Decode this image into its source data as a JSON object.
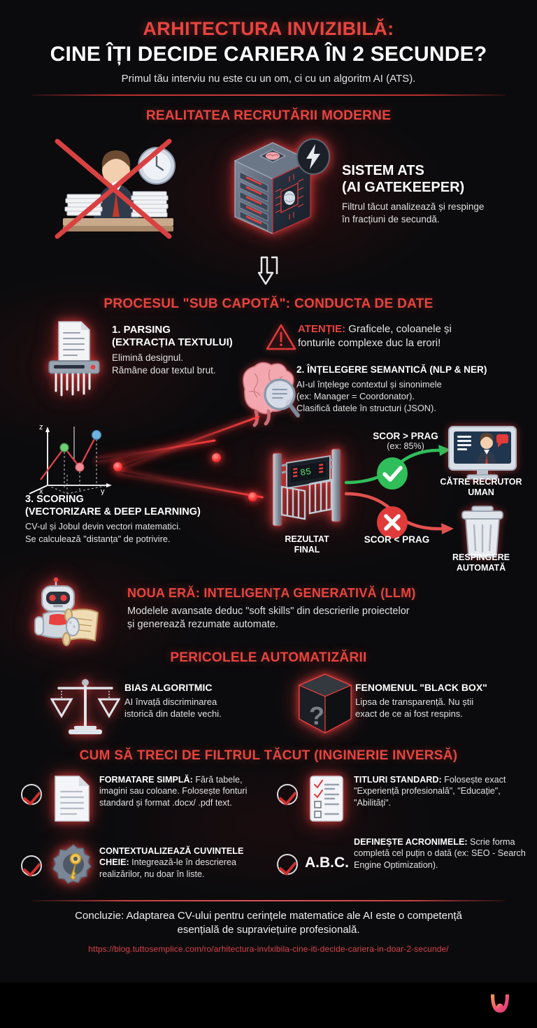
{
  "header": {
    "title_line1": "ARHITECTURA INVIZIBILĂ:",
    "title_line2": "CINE ÎȚI DECIDE CARIERA ÎN 2 SECUNDE?",
    "subtitle": "Primul tău interviu nu este cu un om, ci cu un algoritm AI (ATS)."
  },
  "section_reality": {
    "heading": "REALITATEA RECRUTĂRII MODERNE",
    "ats_title_line1": "SISTEM ATS",
    "ats_title_line2": "(AI GATEKEEPER)",
    "ats_desc_line1": "Filtrul tăcut analizează și respinge",
    "ats_desc_line2": "în fracțiuni de secundă."
  },
  "section_pipeline": {
    "heading": "PROCESUL \"SUB CAPOTĂ\": CONDUCTA DE DATE",
    "step1": {
      "title_line1": "1. PARSING",
      "title_line2": "(EXTRACȚIA TEXTULUI)",
      "desc_line1": "Elimină designul.",
      "desc_line2": "Rămâne doar textul brut."
    },
    "warning": {
      "label": "ATENȚIE:",
      "text_line1": "Graficele, coloanele și",
      "text_line2": "fonturile complexe duc la erori!"
    },
    "step2": {
      "title": "2. ÎNȚELEGERE SEMANTICĂ (NLP & NER)",
      "desc_line1": "AI-ul înțelege contextul și sinonimele",
      "desc_line2": "(ex: Manager = Coordonator).",
      "desc_line3": "Clasifică datele în structuri (JSON)."
    },
    "step3": {
      "title_line1": "3. SCORING",
      "title_line2": "(VECTORIZARE & DEEP LEARNING)",
      "desc_line1": "CV-ul și Jobul devin vectori matematici.",
      "desc_line2": "Se calculează \"distanța\" de potrivire."
    },
    "gate_caption_line1": "REZULTAT",
    "gate_caption_line2": "FINAL",
    "branch_pass_label": "SCOR > PRAG",
    "branch_pass_sub": "(ex: 85%)",
    "branch_fail_label": "SCOR < PRAG",
    "outcome_pass_line1": "CĂTRE RECRUTOR",
    "outcome_pass_line2": "UMAN",
    "outcome_fail_line1": "RESPINGERE",
    "outcome_fail_line2": "AUTOMATĂ"
  },
  "section_llm": {
    "heading": "NOUA ERĂ: INTELIGENȚA GENERATIVĂ (LLM)",
    "desc_line1": "Modelele avansate deduc \"soft skills\" din descrierile proiectelor",
    "desc_line2": "și generează rezumate automate."
  },
  "section_dangers": {
    "heading": "PERICOLELE AUTOMATIZĂRII",
    "items": [
      {
        "title": "BIAS ALGORITMIC",
        "desc_line1": "AI învață discriminarea",
        "desc_line2": "istorică din datele vechi."
      },
      {
        "title": "FENOMENUL \"BLACK BOX\"",
        "desc_line1": "Lipsa de transparență. Nu știi",
        "desc_line2": "exact de ce ai fost respins."
      }
    ]
  },
  "section_tips": {
    "heading": "CUM SĂ TRECI DE FILTRUL TĂCUT (INGINERIE INVERSĂ)",
    "items": [
      {
        "lead": "FORMATARE SIMPLĂ:",
        "body": " Fără tabele, imagini sau coloane. Folosește fonturi standard și format .docx/ .pdf text.",
        "icon": "document-icon"
      },
      {
        "lead": "TITLURI STANDARD:",
        "body": " Folosește exact \"Experiență profesională\", \"Educație\", \"Abilități\".",
        "icon": "checklist-icon"
      },
      {
        "lead": "CONTEXTUALIZEAZĂ CUVINTELE CHEIE:",
        "body": " Integrează-le în descrierea realizărilor, nu doar în liste.",
        "icon": "key-gear-icon"
      },
      {
        "lead": "DEFINEȘTE ACRONIMELE:",
        "body": " Scrie forma completă cel puțin o dată (ex: SEO - Search Engine Optimization).",
        "icon": "abc-text"
      }
    ],
    "abc_label": "A.B.C."
  },
  "footer": {
    "conclusion_line1": "Concluzie: Adaptarea CV-ului pentru cerințele matematice ale AI este o competență",
    "conclusion_line2": "esențială de supraviețuire profesională.",
    "url": "https://blog.tuttosemplice.com/ro/arhitectura-invlxibila-cine-iti-decide-cariera-in-doar-2-secunde/"
  },
  "colors": {
    "accent_red": "#e8443f",
    "background": "#0b0b0d",
    "white": "#ffffff",
    "pass_green": "#2fbe5a",
    "fail_red": "#e03b3b"
  }
}
